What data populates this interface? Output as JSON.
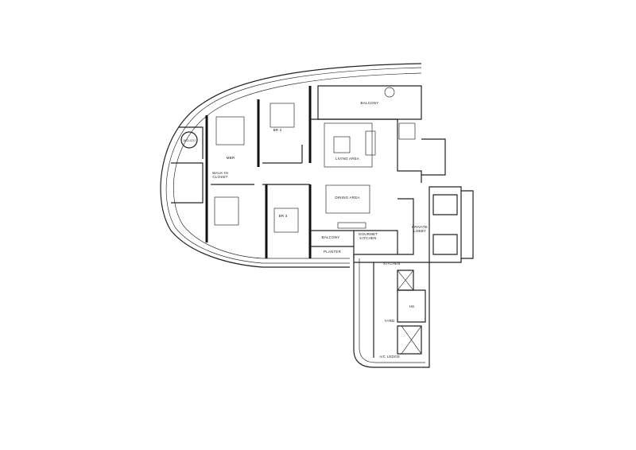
{
  "rooms": {
    "balcony_top": "BALCONY",
    "br2": "BR 2",
    "mbr": "MBR",
    "jacuzzi": "JACUZZI",
    "walk_in_closet_1": "WALK-IN",
    "walk_in_closet_2": "CLOSET",
    "living": "LIVING AREA",
    "dining": "DINING AREA",
    "br3": "BR 3",
    "balcony_bottom": "BALCONY",
    "planter": "PLANTER",
    "gourmet_kitchen_1": "GOURMET",
    "gourmet_kitchen_2": "KITCHEN",
    "private_lobby_1": "PRIVATE",
    "private_lobby_2": "LOBBY",
    "kitchen": "KITCHEN",
    "hs": "HS",
    "yard": "YARD",
    "ac_ledge": "A/C LEDGE"
  },
  "colors": {
    "line": "#222222",
    "background": "#ffffff"
  }
}
